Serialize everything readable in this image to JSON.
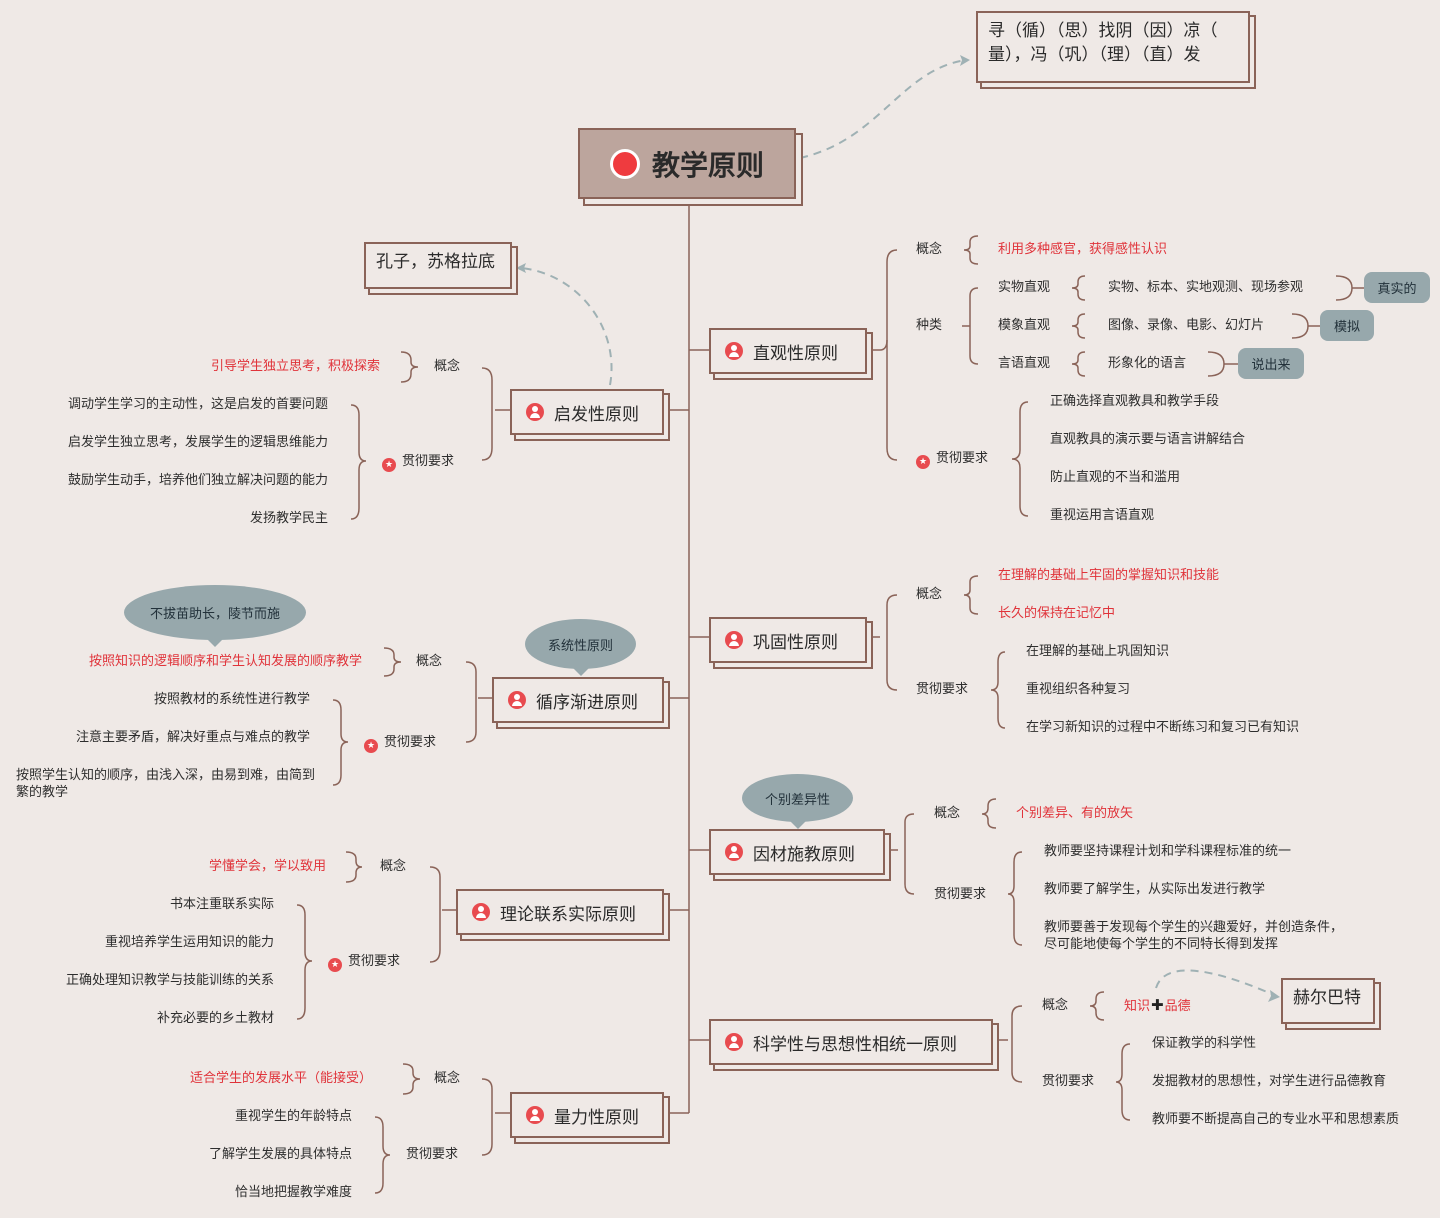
{
  "root": {
    "title": "教学原则"
  },
  "mnemonic": {
    "line1": "寻（循）（思）找阴（因）凉（",
    "line2": "量），冯（巩）（理）（直）发"
  },
  "principles": {
    "zhiguan": {
      "title": "直观性原则",
      "concept_label": "概念",
      "concept": "利用多种感官，获得感性认识",
      "types_label": "种类",
      "types": [
        {
          "name": "实物直观",
          "detail": "实物、标本、实地观测、现场参观",
          "tag": "真实的"
        },
        {
          "name": "模象直观",
          "detail": "图像、录像、电影、幻灯片",
          "tag": "模拟"
        },
        {
          "name": "言语直观",
          "detail": "形象化的语言",
          "tag": "说出来"
        }
      ],
      "req_label": "贯彻要求",
      "reqs": [
        "正确选择直观教具和教学手段",
        "直观教具的演示要与语言讲解结合",
        "防止直观的不当和滥用",
        "重视运用言语直观"
      ]
    },
    "qifa": {
      "title": "启发性原则",
      "note": "孔子，苏格拉底",
      "concept_label": "概念",
      "concept": "引导学生独立思考，积极探索",
      "req_label": "贯彻要求",
      "reqs": [
        "调动学生学习的主动性，这是启发的首要问题",
        "启发学生独立思考，发展学生的逻辑思维能力",
        "鼓励学生动手，培养他们独立解决问题的能力",
        "发扬教学民主"
      ]
    },
    "gonggu": {
      "title": "巩固性原则",
      "concept_label": "概念",
      "concepts": [
        "在理解的基础上牢固的掌握知识和技能",
        "长久的保持在记忆中"
      ],
      "req_label": "贯彻要求",
      "reqs": [
        "在理解的基础上巩固知识",
        "重视组织各种复习",
        "在学习新知识的过程中不断练习和复习已有知识"
      ]
    },
    "xunxu": {
      "title": "循序渐进原则",
      "bubble": "系统性原则",
      "proverb": "不拔苗助长，陵节而施",
      "concept_label": "概念",
      "concept": "按照知识的逻辑顺序和学生认知发展的顺序教学",
      "req_label": "贯彻要求",
      "reqs": [
        "按照教材的系统性进行教学",
        "注意主要矛盾，解决好重点与难点的教学",
        "按照学生认知的顺序，由浅入深，由易到难，由简到繁的教学"
      ]
    },
    "yincai": {
      "title": "因材施教原则",
      "bubble": "个别差异性",
      "concept_label": "概念",
      "concept": "个别差异、有的放矢",
      "req_label": "贯彻要求",
      "reqs": [
        "教师要坚持课程计划和学科课程标准的统一",
        "教师要了解学生，从实际出发进行教学",
        "教师要善于发现每个学生的兴趣爱好，并创造条件，尽可能地使每个学生的不同特长得到发挥"
      ]
    },
    "lilun": {
      "title": "理论联系实际原则",
      "concept_label": "概念",
      "concept": "学懂学会，学以致用",
      "req_label": "贯彻要求",
      "reqs": [
        "书本注重联系实际",
        "重视培养学生运用知识的能力",
        "正确处理知识教学与技能训练的关系",
        "补充必要的乡土教材"
      ]
    },
    "kexue": {
      "title": "科学性与思想性相统一原则",
      "concept_label": "概念",
      "concept_a": "知识",
      "concept_b": "品德",
      "note": "赫尔巴特",
      "req_label": "贯彻要求",
      "reqs": [
        "保证教学的科学性",
        "发掘教材的思想性，对学生进行品德教育",
        "教师要不断提高自己的专业水平和思想素质"
      ]
    },
    "liangli": {
      "title": "量力性原则",
      "concept_label": "概念",
      "concept": "适合学生的发展水平（能接受）",
      "req_label": "贯彻要求",
      "reqs": [
        "重视学生的年龄特点",
        "了解学生发展的具体特点",
        "恰当地把握教学难度"
      ]
    }
  },
  "colors": {
    "line": "#8a6358",
    "accent": "#e0333a",
    "tag": "#97a8ac",
    "dashed": "#9fb1b4"
  }
}
